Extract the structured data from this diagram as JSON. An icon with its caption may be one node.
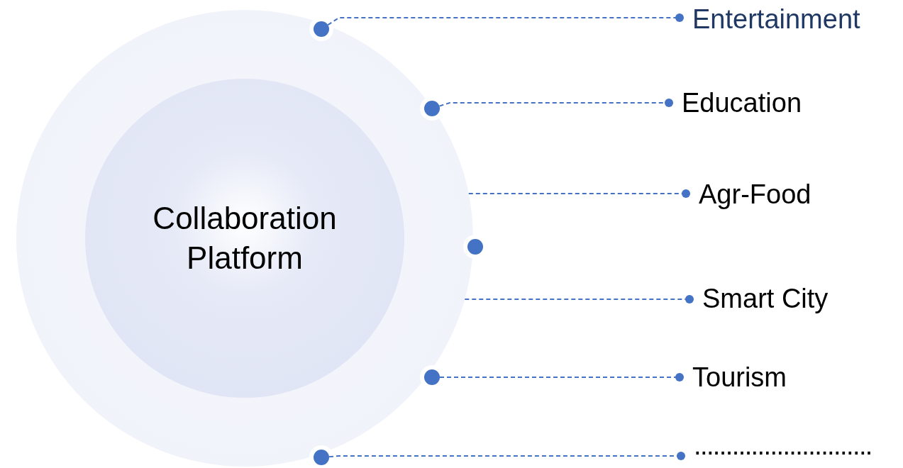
{
  "diagram": {
    "nodes": [
      {
        "text": [],
        "shape": "circle"
      },
      {
        "text": [
          "Collaboration Platform"
        ],
        "in": 0
      },
      {
        "text": [],
        "shape": "circle",
        "in": 0
      },
      {
        "text": [],
        "shape": "circle",
        "in": 0
      },
      {
        "text": [],
        "shape": "circle"
      },
      {
        "text": [],
        "shape": "circle",
        "in": 0
      },
      {
        "text": [],
        "shape": "circle",
        "in": 0
      },
      {
        "text": [
          "Entertainment"
        ]
      },
      {
        "text": [
          "Education"
        ]
      },
      {
        "text": [
          "Agr-Food"
        ]
      },
      {
        "text": [
          "Smart City"
        ]
      },
      {
        "text": [
          "Tourism"
        ]
      },
      {
        "text": [
          "............................"
        ]
      }
    ],
    "edges": [
      {
        "from": 2,
        "to": 7,
        "arrow": "other"
      },
      {
        "from": 3,
        "to": 8,
        "arrow": "other"
      },
      {
        "from": 0,
        "to": 9,
        "arrow": "other"
      },
      {
        "from": 0,
        "to": 10,
        "arrow": "other"
      },
      {
        "from": 5,
        "to": 11,
        "arrow": "other"
      },
      {
        "from": 6,
        "to": 12,
        "arrow": "other"
      }
    ]
  }
}
